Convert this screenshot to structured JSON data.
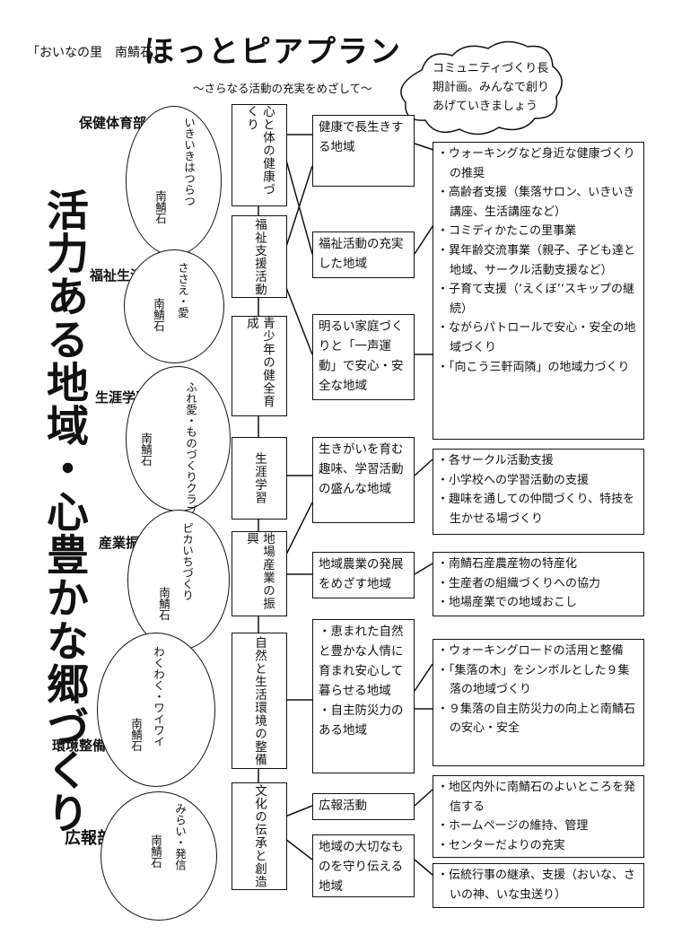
{
  "header": {
    "tag": "「おいなの里　南鯖石」",
    "title": "ほっとピアプラン",
    "subtitle": "～さらなる活動の充実をめざして～"
  },
  "cloud": {
    "text": "コミュニティづくり長期計画。みんなで創りあげていきましょう"
  },
  "slogan": "活力ある地域・心豊かな郷づくり",
  "departments": [
    {
      "name": "保健体育部",
      "motto": "いきいきはつらつ",
      "sig": "南鯖石"
    },
    {
      "name": "福祉生活部",
      "motto": "ささえ・愛",
      "sig": "南鯖石"
    },
    {
      "name": "生涯学習部",
      "motto": "ふれ愛・ものづくりクラブ",
      "sig": "南鯖石"
    },
    {
      "name": "産業振興部",
      "motto": "ピカいちづくり",
      "sig": "南鯖石"
    },
    {
      "name": "環境整備部",
      "motto": "わくわく・ワイワイ",
      "sig": "南鯖石"
    },
    {
      "name": "広報部",
      "motto": "みらい・発信",
      "sig": "南鯖石"
    }
  ],
  "activities": [
    "心と体の健康づくり",
    "福祉支援活動",
    "青少年の健全育成",
    "生涯学習",
    "地場産業の振興",
    "自然と生活環境の整備",
    "文化の伝承と創造"
  ],
  "goals": [
    "健康で長生きする地域",
    "福祉活動の充実した地域",
    "明るい家庭づくりと「一声運動」で安心・安全な地域",
    "生きがいを育む趣味、学習活動の盛んな地域",
    "地域農業の発展をめざす地域",
    "・恵まれた自然と豊かな人情に育まれ安心して暮らせる地域",
    "・自主防災力のある地域",
    "広報活動",
    "地域の大切なものを守り伝える地域"
  ],
  "items": {
    "group1": [
      "ウォーキングなど身近な健康づくりの推奨",
      "高齢者支援（集落サロン、いきいき講座、生活講座など）",
      "コミディかたこの里事業",
      "異年齢交流事業（親子、子ども達と地域、サークル活動支援など）",
      "子育て支援（‘えくぼ’‘スキップの継続）",
      "ながらパトロールで安心・安全の地域づくり",
      "「向こう三軒両隣」の地域力づくり"
    ],
    "group2": [
      "各サークル活動支援",
      "小学校への学習活動の支援",
      "趣味を通しての仲間づくり、特技を生かせる場づくり"
    ],
    "group3": [
      "南鯖石産農産物の特産化",
      "生産者の組織づくりへの協力",
      "地場産業での地域おこし"
    ],
    "group4": [
      "ウォーキングロードの活用と整備",
      "「集落の木」をシンボルとした９集落の地域づくり",
      "９集落の自主防災力の向上と南鯖石の安心・安全"
    ],
    "group5": [
      "地区内外に南鯖石のよいところを発信する",
      "ホームページの維持、管理",
      "センターだよりの充実"
    ],
    "group6": [
      "伝統行事の継承、支援（おいな、さいの神、いな虫送り）"
    ]
  }
}
